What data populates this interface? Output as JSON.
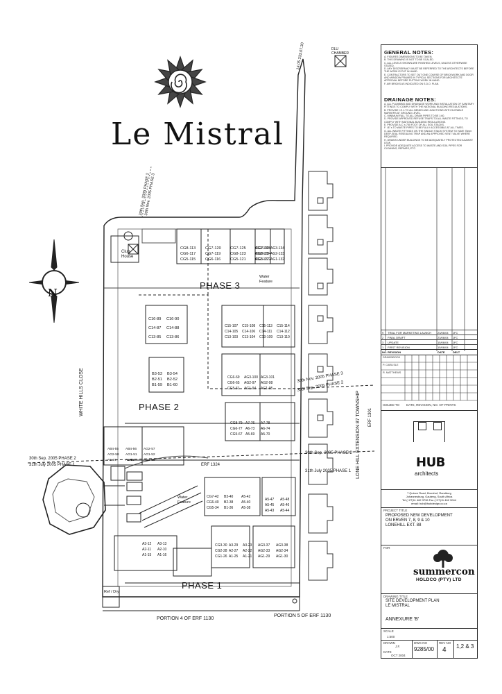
{
  "title": "Le Mistral",
  "compass_letter": "N",
  "plan": {
    "phases": {
      "phase1": "PHASE 1",
      "phase2": "PHASE 2",
      "phase3": "PHASE 3"
    },
    "phase_lines": {
      "l1": "30th Sep. 2005 PHASE 2",
      "l2": "31th July 2005 PHASE 1",
      "l3": "30th Sep. 2005 PHASE 2",
      "l4": "31th July 2005 PHASE 1",
      "l5": "30th Nov. 2005 PHASE 3",
      "l6": "30th Sep. 2005 PHASE 2",
      "top_a": "30th Sep. 2005 PHASE 2",
      "top_b": "30th Nov. 2005 PHASE 3"
    },
    "roads": {
      "white_hills": "WHITE HILLS CLOSE",
      "lone_hill": "LONE HILL EXTENSION 87 TOWNSHIP",
      "erf1301": "ERF 1301",
      "erf1324": "ERF 1324",
      "portion4": "PORTION 4 OF ERF 1130",
      "portion5": "PORTION 5 OF ERF 1130"
    },
    "features": {
      "club": "Club House",
      "water1": "Water Feature",
      "water2": "Water Feature",
      "refuse": "Ref / Dry"
    },
    "dims": {
      "top": "14.05 233.07.30",
      "dlu": "DLU CHAMBER"
    },
    "units": {
      "cg": [
        "CG8-113",
        "CG7-120",
        "CG7-125",
        "CG7-126",
        "CG6-117",
        "CG7-119",
        "CG8-123",
        "CG8-124",
        "CG5-115",
        "CG6-116",
        "CG5-121",
        "CG5-122"
      ],
      "ag": [
        "AG3-130",
        "AG3-134",
        "AG2-129",
        "AG2-133",
        "AG1-127",
        "AG1-132"
      ],
      "c1": [
        "C16-89",
        "C16-90",
        "C14-87",
        "C14-88",
        "C13-85",
        "C13-86"
      ],
      "b": [
        "B3-53",
        "B3-54",
        "B2-51",
        "B2-52",
        "B1-59",
        "B1-60"
      ],
      "c15": [
        "C15-107",
        "C15-108",
        "C15-113",
        "C15-114",
        "C14-105",
        "C14-106",
        "C14-111",
        "C14-112",
        "C13-103",
        "C13-104",
        "C13-109",
        "C13-110"
      ],
      "a2": [
        "CG6-69",
        "AG3-100",
        "AG3-101",
        "CG6-65",
        "AG2-97",
        "AG2-98",
        "CG5-61",
        "AG1-94",
        "AG1-95"
      ],
      "a7": [
        "CG8-79",
        "A7-76",
        "A7-78",
        "CG6-77",
        "A6-73",
        "A6-74",
        "CG5-67",
        "A5-69",
        "A5-70"
      ],
      "p2": [
        "AB4-55",
        "AB4-56",
        "AG2-57",
        "AG2-58",
        "AG1-51",
        "AG1-52",
        "A5-57",
        "A5-58",
        "AG3-59"
      ],
      "p1a": [
        "CG7-42",
        "B3-40",
        "A5-42",
        "CG6-40",
        "B2-38",
        "A5-40",
        "CG5-34",
        "B1-36",
        "A5-38"
      ],
      "p1b": [
        "A5-47",
        "A5-48",
        "A5-45",
        "A5-46",
        "A5-43",
        "A5-44"
      ],
      "p1c": [
        "CG3-30",
        "A3-29",
        "A3-23",
        "CG2-28",
        "A2-27",
        "A2-22",
        "CG1-26",
        "A1-25",
        "A1-21"
      ],
      "p1d": [
        "A3-12",
        "A3-13",
        "A2-11",
        "A2-10",
        "A1-15",
        "A1-16"
      ],
      "p1e": [
        "AG3-37",
        "AG3-38",
        "AG2-33",
        "AG2-34",
        "AG1-29",
        "AG1-30"
      ]
    }
  },
  "notes": {
    "general_title": "GENERAL NOTES:",
    "general": [
      "A. FIGURES DIMENSIONS TO BE TAKEN.",
      "B. THIS DRAWING IS NOT TO BE SCALED.",
      "C. ALL LEVELS SHOWN ARE FINISHED LEVELS, UNLESS OTHERWISE STATED.",
      "D. ANY DISCREPANCY MUST BE REFERRED TO THE ARCHITECTS BEFORE THE WORK IS PUT IN HAND.",
      "E. CONTRACTORS TO SET OUT ONE COURSE OF BRICKWORK AND DOOR AND WINDOW FRAMES IN TYPICAL SECTIONS FOR ARCHITECTS' APPROVAL BEFORE PUTTING WORK IN HAND.",
      "F. AIR BRICKS AS INDICATED ON S.D.O. PLAN."
    ],
    "drainage_title": "DRAINAGE NOTES:",
    "drainage": [
      "A. ALL PLUMBING AND DRAINAGE WORK AND INSTALLATION OF SANITARY FITTINGS TO COMPLY WITH THE NATIONAL BUILDING REGULATIONS.",
      "B. PROVIDE I.E.'s TO ALL BENDS AND JUNCTIONS WITH SUITABLE MARKERS AT GROUND LEVEL.",
      "C. MINIMUM FALL TO ALL DRAIN PIPES TO BE 1:60.",
      "D. PROVIDE APPROVED REFUSE TRAPS TO ALL WASTE FITTINGS, TO COMPLY WITH NATIONAL BUILDING REGULATIONS.",
      "E. PROVIDE A.C.'s 750 FOOT OF ALL SOIL STACKS.",
      "F. I.E.'s TO WASTE PIPES TO BE FULLY ACCESSIBLE AT ALL TIMES.",
      "G. ALL WASTE FITTINGS ON THE SINGLE STACK SYSTEM TO HAVE 75mm DEEP-SEAL RESEALING TRAP AND AN APPROVED VENT VALVE WHERE REQUIRED.",
      "H. DRAINS UNDER BUILDINGS TO BE ADEQUATELY PROTECTED AGAINST LEAK.",
      "I. PROVIDE ADEQUATE ACCESS TO WASTE AND SOIL PIPES FOR CLEANING, REPAIRS, ETC."
    ]
  },
  "revisions": [
    {
      "no": "9",
      "desc": "TRIAL FOR MARKETING LAUNCH",
      "date": "23/06/04",
      "by": "JFC"
    },
    {
      "no": "2",
      "desc": "FINAL DRAFT",
      "date": "23/06/04",
      "by": "JFC"
    },
    {
      "no": "3",
      "desc": "UPDATE",
      "date": "15/06/04",
      "by": "JFC"
    },
    {
      "no": "1",
      "desc": "FIRST REVISION",
      "date": "15/06/04",
      "by": "JFC"
    }
  ],
  "rev_header": {
    "no": "NO.",
    "rev": "REVISION",
    "date": "DATE",
    "delt": "DELT"
  },
  "issued": {
    "to": "ISSUED TO",
    "desc": "DATE, REVISION, NO. OF PRINTS"
  },
  "issue_names": [
    "DRAWNBOOK",
    "P. CARLISLE",
    "R. MATTHEWS"
  ],
  "architect": {
    "name": "HUB",
    "sub": "architects",
    "address": [
      "7 Quince Road, Bromhof, Randburg",
      "Johannesburg, Gauteng, South Africa",
      "Tel (+27)11 462 3796 Fax (+27)11 462 3044",
      "email: hub@hubdesign.co.za"
    ]
  },
  "project": {
    "label": "PROJECT TITLE",
    "lines": [
      "PROPOSED NEW DEVELOPMENT",
      "ON ERVEN 7, 8, 9 & 10",
      "LONEHILL EXT. 88"
    ]
  },
  "client": {
    "label": "FOR",
    "name": "summercon",
    "sub": "HOLDCO (PTY) LTD"
  },
  "drawing": {
    "label": "DRAWING TITLE",
    "lines": [
      "SITE DEVELOPMENT PLAN",
      "LE MISTRAL"
    ],
    "annexure": "ANNEXURE 'B'"
  },
  "meta": {
    "scale_label": "SCALE",
    "scale": "1:500",
    "drawn_label": "DRAWN",
    "drawn": "J.F.",
    "dwg_label": "DWG NO",
    "dwg": "9285/00",
    "rev_label": "REV NO",
    "rev": "4",
    "sheet": "1,2 & 3",
    "date_label": "DATE",
    "date": "OCT 2004"
  }
}
